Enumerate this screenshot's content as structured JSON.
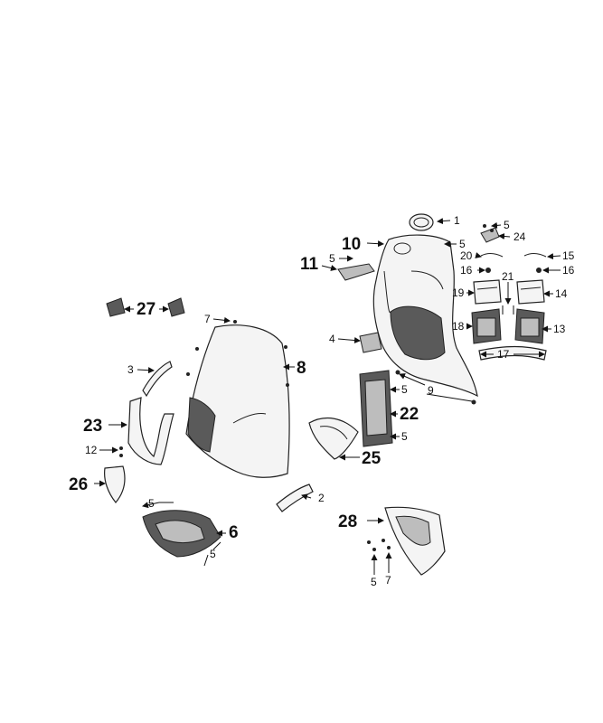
{
  "callouts": [
    {
      "id": "c1",
      "label": "1"
    },
    {
      "id": "c5a",
      "label": "5"
    },
    {
      "id": "c24",
      "label": "24"
    },
    {
      "id": "c10",
      "label": "10"
    },
    {
      "id": "c5b",
      "label": "5"
    },
    {
      "id": "c15",
      "label": "15"
    },
    {
      "id": "c20",
      "label": "20"
    },
    {
      "id": "c11",
      "label": "11"
    },
    {
      "id": "c5c",
      "label": "5"
    },
    {
      "id": "c16a",
      "label": "16"
    },
    {
      "id": "c16b",
      "label": "16"
    },
    {
      "id": "c21",
      "label": "21"
    },
    {
      "id": "c19",
      "label": "19"
    },
    {
      "id": "c14",
      "label": "14"
    },
    {
      "id": "c27",
      "label": "27"
    },
    {
      "id": "c7a",
      "label": "7"
    },
    {
      "id": "c18",
      "label": "18"
    },
    {
      "id": "c13",
      "label": "13"
    },
    {
      "id": "c4",
      "label": "4"
    },
    {
      "id": "c17",
      "label": "17"
    },
    {
      "id": "c3",
      "label": "3"
    },
    {
      "id": "c8",
      "label": "8"
    },
    {
      "id": "c9",
      "label": "9"
    },
    {
      "id": "c5d",
      "label": "5"
    },
    {
      "id": "c22",
      "label": "22"
    },
    {
      "id": "c23",
      "label": "23"
    },
    {
      "id": "c5e",
      "label": "5"
    },
    {
      "id": "c12",
      "label": "12"
    },
    {
      "id": "c25",
      "label": "25"
    },
    {
      "id": "c26",
      "label": "26"
    },
    {
      "id": "c2",
      "label": "2"
    },
    {
      "id": "c5f",
      "label": "5"
    },
    {
      "id": "c6",
      "label": "6"
    },
    {
      "id": "c5g",
      "label": "5"
    },
    {
      "id": "c28",
      "label": "28"
    },
    {
      "id": "c5h",
      "label": "5"
    },
    {
      "id": "c7b",
      "label": "7"
    }
  ]
}
